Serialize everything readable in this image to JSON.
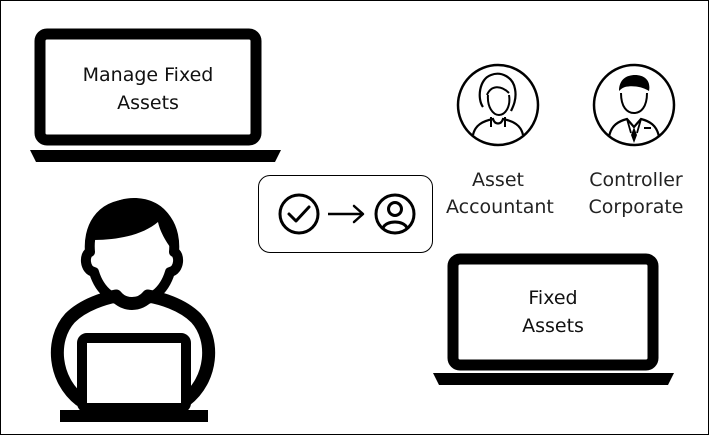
{
  "laptop_top_left": {
    "line1": "Manage Fixed",
    "line2": "Assets"
  },
  "laptop_bottom_right": {
    "line1": "Fixed",
    "line2": "Assets"
  },
  "roles": [
    {
      "line1": "Asset",
      "line2": "Accountant",
      "icon": "woman-avatar-icon"
    },
    {
      "line1": "Controller",
      "line2": "Corporate",
      "icon": "businessman-avatar-icon"
    }
  ],
  "flow": {
    "icons": [
      "check-circle-icon",
      "arrow-right-icon",
      "user-circle-icon"
    ]
  },
  "colors": {
    "stroke": "#000000",
    "background": "#ffffff"
  }
}
